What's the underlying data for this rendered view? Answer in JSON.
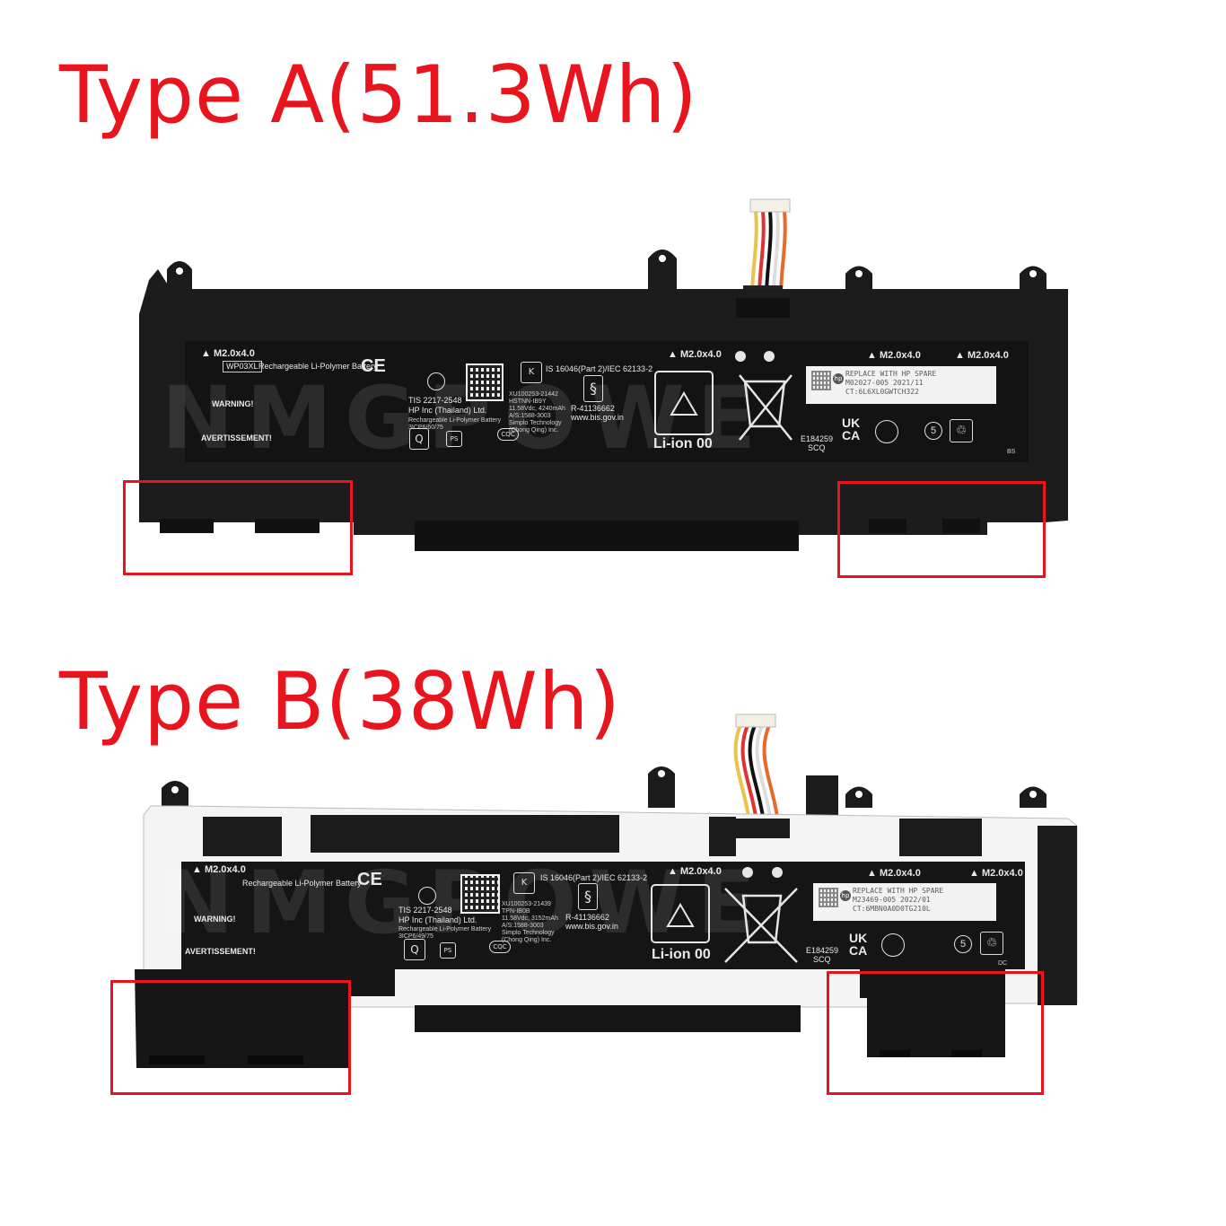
{
  "headings": {
    "type_a": "Type A(51.3Wh)",
    "type_b": "Type B(38Wh)"
  },
  "battery_a": {
    "screw_labels": [
      "M2.0x4.0",
      "M2.0x4.0",
      "M2.0x4.0",
      "M2.0x4.0"
    ],
    "model": "WP03XL",
    "description": "Rechargeable Li-Polymer Battery",
    "warning": "WARNING!",
    "avertissement": "AVERTISSEMENT!",
    "tis": "TIS 2217-2548",
    "maker": "HP Inc (Thailand) Ltd.",
    "maker_sub": "Rechargeable Li-Polymer Battery",
    "maker_code": "3ICP6/60/75",
    "is_standard": "IS 16046(Part 2)/IEC 62133-2",
    "r_number": "R-41136662",
    "bis_site": "www.bis.gov.in",
    "xu_number": "XU100253-21442",
    "hstnn": "HSTNN-IB9Y",
    "rating": "11.58Vdc, 4240mAh",
    "as_number": "A/S:1588-3003",
    "simplo": "Simplo Technology",
    "simplo_city": "(Chong Qing) Inc.",
    "li_ion": "Li-ion 00",
    "ul_number": "E184259",
    "scq": "SCQ",
    "ukca": "UK CA",
    "sticker_lines": [
      "REPLACE WITH HP SPARE",
      "M02027-005  2021/11",
      "CT:6L6XL0GWTCH322"
    ],
    "footer_code": "BS"
  },
  "battery_b": {
    "screw_labels": [
      "M2.0x4.0",
      "M2.0x4.0",
      "M2.0x4.0",
      "M2.0x4.0"
    ],
    "description": "Rechargeable Li-Polymer Battery",
    "warning": "WARNING!",
    "avertissement": "AVERTISSEMENT!",
    "tis": "TIS 2217-2548",
    "maker": "HP Inc (Thailand) Ltd.",
    "maker_sub": "Rechargeable Li-Polymer Battery",
    "maker_code": "3ICP6/49/75",
    "is_standard": "IS 16046(Part 2)/IEC 62133-2",
    "r_number": "R-41136662",
    "bis_site": "www.bis.gov.in",
    "xu_number": "XU100253-21439",
    "tpn": "TPN-IB0B",
    "rating": "11.58Vdc, 3152mAh",
    "as_number": "A/S:1588-3003",
    "simplo": "Simplo Technology",
    "simplo_city": "(Chong Qing) Inc.",
    "li_ion": "Li-ion 00",
    "ul_number": "E184259",
    "scq": "SCQ",
    "ukca": "UK CA",
    "sticker_lines": [
      "REPLACE WITH HP SPARE",
      "M23469-005  2022/01",
      "CT:6MBN0A0D0TG210L"
    ],
    "footer_code": "DC"
  },
  "colors": {
    "heading_red": "#e8141e",
    "battery_body": "#1b1b1b",
    "label_panel": "#121212",
    "highlight_red": "#e8141e"
  }
}
